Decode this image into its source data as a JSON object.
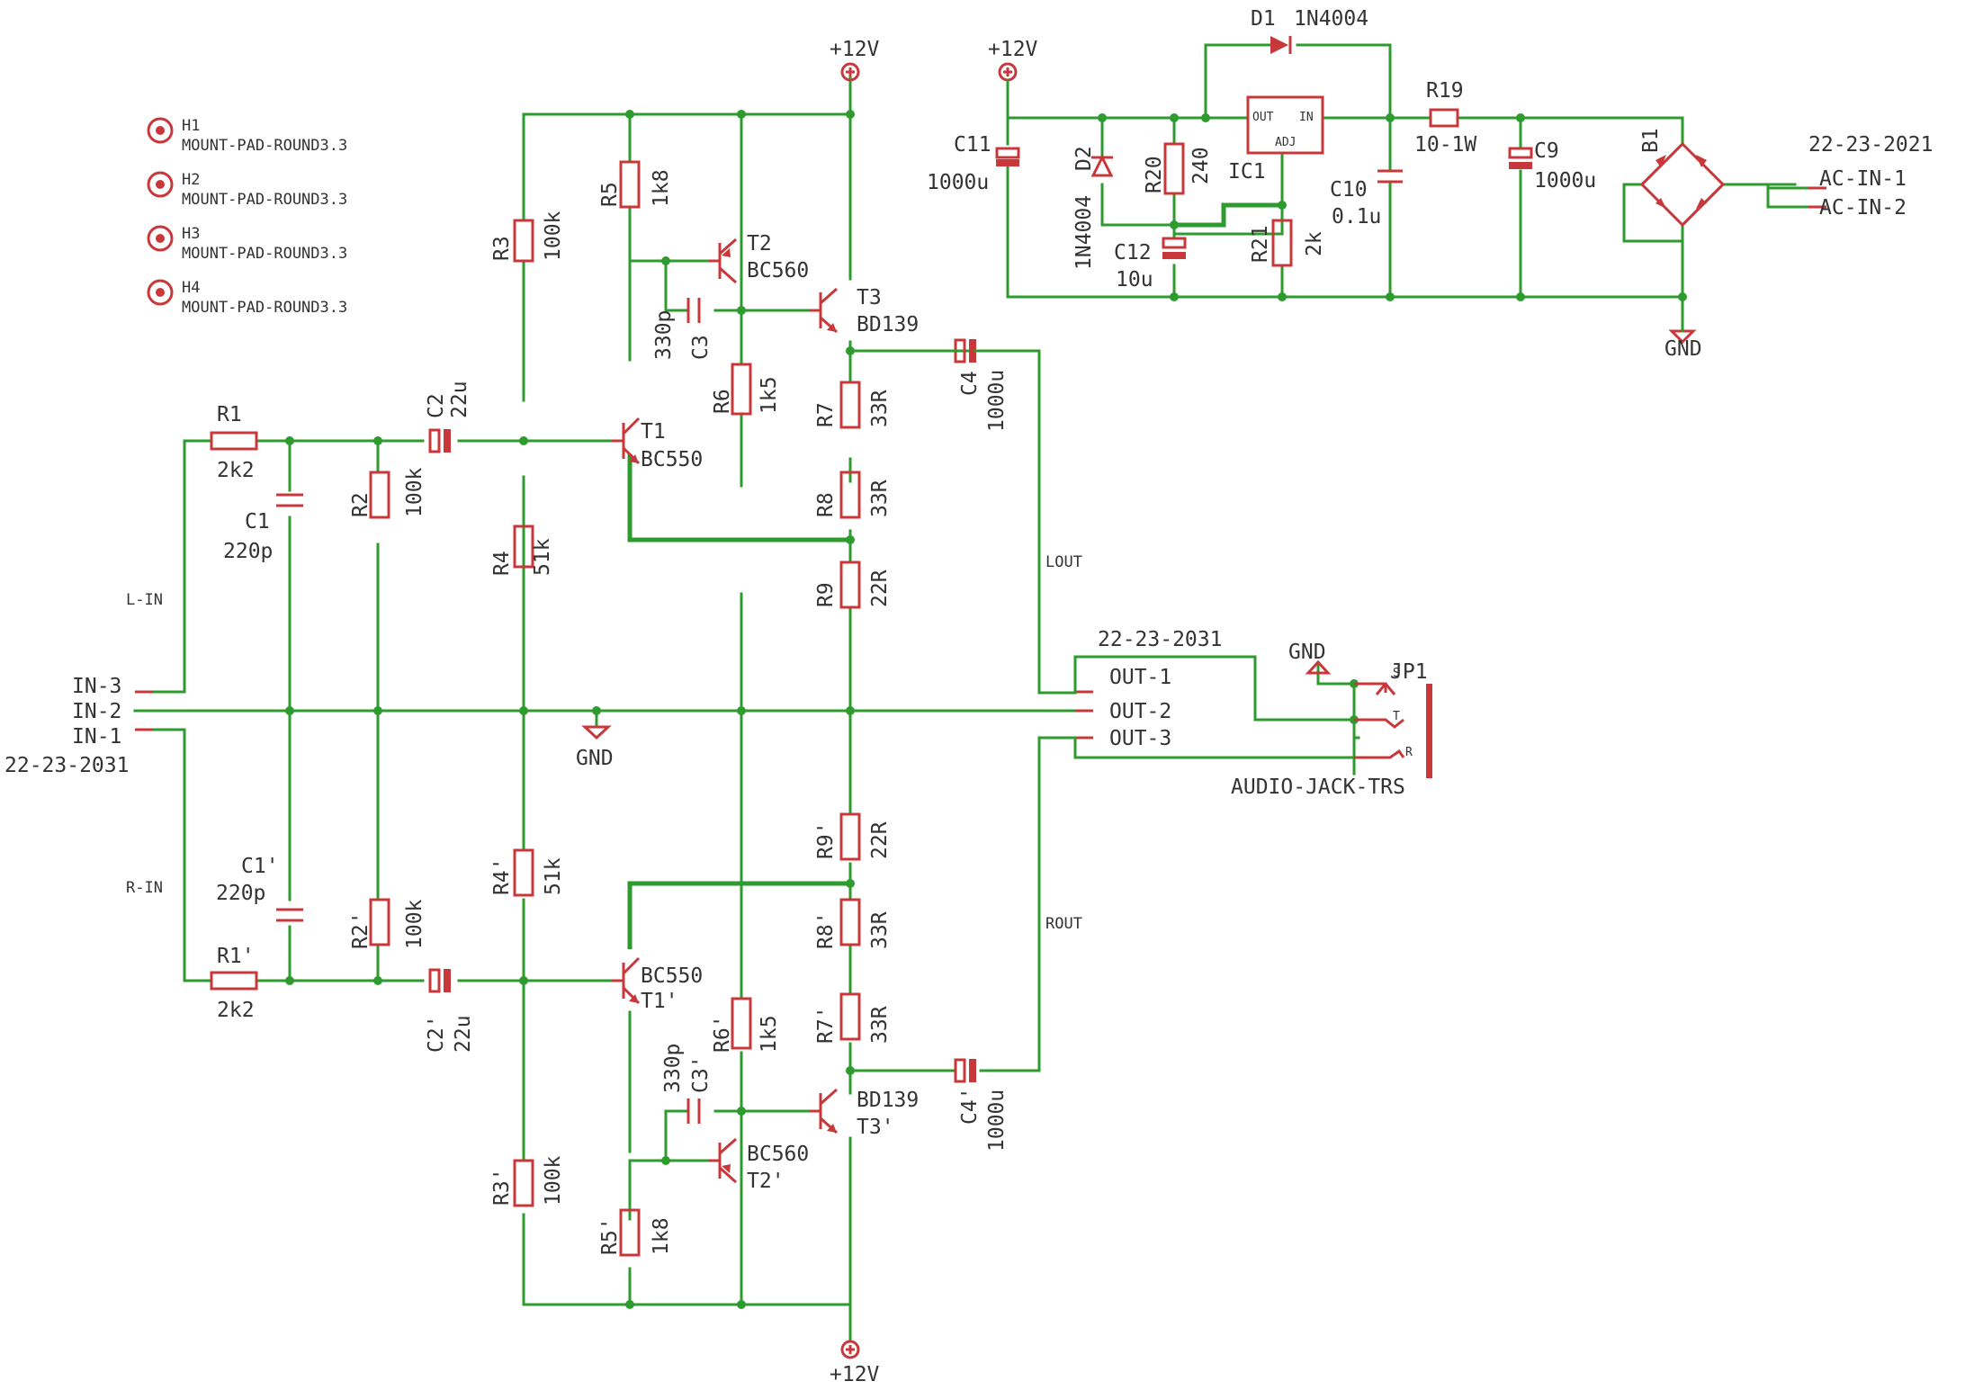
{
  "mounts": [
    {
      "ref": "H1",
      "pkg": "MOUNT-PAD-ROUND3.3"
    },
    {
      "ref": "H2",
      "pkg": "MOUNT-PAD-ROUND3.3"
    },
    {
      "ref": "H3",
      "pkg": "MOUNT-PAD-ROUND3.3"
    },
    {
      "ref": "H4",
      "pkg": "MOUNT-PAD-ROUND3.3"
    }
  ],
  "rails": {
    "vcc": "+12V",
    "gnd": "GND"
  },
  "left_channel": {
    "r1": {
      "ref": "R1",
      "value": "2k2"
    },
    "c1": {
      "ref": "C1",
      "value": "220p"
    },
    "r2": {
      "ref": "R2",
      "value": "100k"
    },
    "c2": {
      "ref": "C2",
      "value": "22u"
    },
    "r3": {
      "ref": "R3",
      "value": "100k"
    },
    "r4": {
      "ref": "R4",
      "value": "51k"
    },
    "r5": {
      "ref": "R5",
      "value": "1k8"
    },
    "r6": {
      "ref": "R6",
      "value": "1k5"
    },
    "c3": {
      "ref": "C3",
      "value": "330p"
    },
    "t1": {
      "ref": "T1",
      "value": "BC550"
    },
    "t2": {
      "ref": "T2",
      "value": "BC560"
    },
    "t3": {
      "ref": "T3",
      "value": "BD139"
    },
    "r7": {
      "ref": "R7",
      "value": "33R"
    },
    "r8": {
      "ref": "R8",
      "value": "33R"
    },
    "r9": {
      "ref": "R9",
      "value": "22R"
    },
    "c4": {
      "ref": "C4",
      "value": "1000u"
    },
    "net_in": "L-IN",
    "net_out": "LOUT"
  },
  "right_channel": {
    "r1": {
      "ref": "R1'",
      "value": "2k2"
    },
    "c1": {
      "ref": "C1'",
      "value": "220p"
    },
    "r2": {
      "ref": "R2'",
      "value": "100k"
    },
    "c2": {
      "ref": "C2'",
      "value": "22u"
    },
    "r3": {
      "ref": "R3'",
      "value": "100k"
    },
    "r4": {
      "ref": "R4'",
      "value": "51k"
    },
    "r5": {
      "ref": "R5'",
      "value": "1k8"
    },
    "r6": {
      "ref": "R6'",
      "value": "1k5"
    },
    "c3": {
      "ref": "C3'",
      "value": "330p"
    },
    "t1": {
      "ref": "T1'",
      "value": "BC550"
    },
    "t2": {
      "ref": "T2'",
      "value": "BC560"
    },
    "t3": {
      "ref": "T3'",
      "value": "BD139"
    },
    "r7": {
      "ref": "R7'",
      "value": "33R"
    },
    "r8": {
      "ref": "R8'",
      "value": "33R"
    },
    "r9": {
      "ref": "R9'",
      "value": "22R"
    },
    "c4": {
      "ref": "C4'",
      "value": "1000u"
    },
    "net_in": "R-IN",
    "net_out": "ROUT"
  },
  "input_connector": {
    "pins": [
      "IN-3",
      "IN-2",
      "IN-1"
    ],
    "part": "22-23-2031"
  },
  "output_connector": {
    "pins": [
      "OUT-1",
      "OUT-2",
      "OUT-3"
    ],
    "part": "22-23-2031"
  },
  "jack": {
    "ref": "JP1",
    "value": "AUDIO-JACK-TRS",
    "pin_s": "S",
    "pin_t": "T",
    "pin_r": "R"
  },
  "power_supply": {
    "d1": {
      "ref": "D1",
      "value": "1N4004"
    },
    "d2": {
      "ref": "D2",
      "value": "1N4004"
    },
    "c11": {
      "ref": "C11",
      "value": "1000u"
    },
    "r20": {
      "ref": "R20",
      "value": "240"
    },
    "c12": {
      "ref": "C12",
      "value": "10u"
    },
    "ic1": {
      "ref": "IC1",
      "out": "OUT",
      "in": "IN",
      "adj": "ADJ"
    },
    "r21": {
      "ref": "R21",
      "value": "2k"
    },
    "c10": {
      "ref": "C10",
      "value": "0.1u"
    },
    "r19": {
      "ref": "R19",
      "value": "10-1W"
    },
    "c9": {
      "ref": "C9",
      "value": "1000u"
    },
    "b1": {
      "ref": "B1"
    },
    "ac_connector": {
      "part": "22-23-2021",
      "pins": [
        "AC-IN-1",
        "AC-IN-2"
      ]
    }
  }
}
